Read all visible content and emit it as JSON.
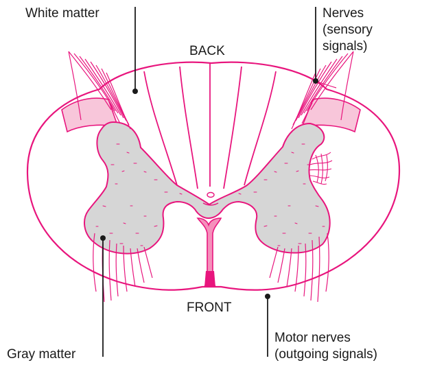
{
  "labels": {
    "white_matter": "White matter",
    "back": "BACK",
    "nerves": [
      "Nerves",
      "(sensory",
      "signals)"
    ],
    "front": "FRONT",
    "gray_matter": "Gray matter",
    "motor_nerves": [
      "Motor nerves",
      "(outgoing signals)"
    ]
  },
  "colors": {
    "outline": "#e8157d",
    "gray_matter_fill": "#d6d6d6",
    "dorsal_root_fill": "#f8c6da",
    "canal_fill": "#f590bb",
    "leader": "#1a1a1a",
    "label_text": "#1a1a1a"
  }
}
